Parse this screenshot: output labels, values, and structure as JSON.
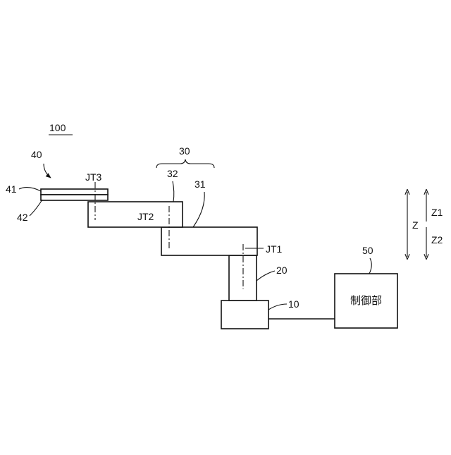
{
  "figure": {
    "robot_label": "100",
    "base_label": "10",
    "column_label": "20",
    "arm_label": "30",
    "arm1_label": "31",
    "arm2_label": "32",
    "hand_label": "40",
    "plate_upper_label": "41",
    "plate_lower_label": "42",
    "controller_label": "50",
    "controller_text": "制御部",
    "joints": {
      "jt1": "JT1",
      "jt2": "JT2",
      "jt3": "JT3"
    },
    "axis": {
      "z": "Z",
      "z1": "Z1",
      "z2": "Z2"
    }
  }
}
